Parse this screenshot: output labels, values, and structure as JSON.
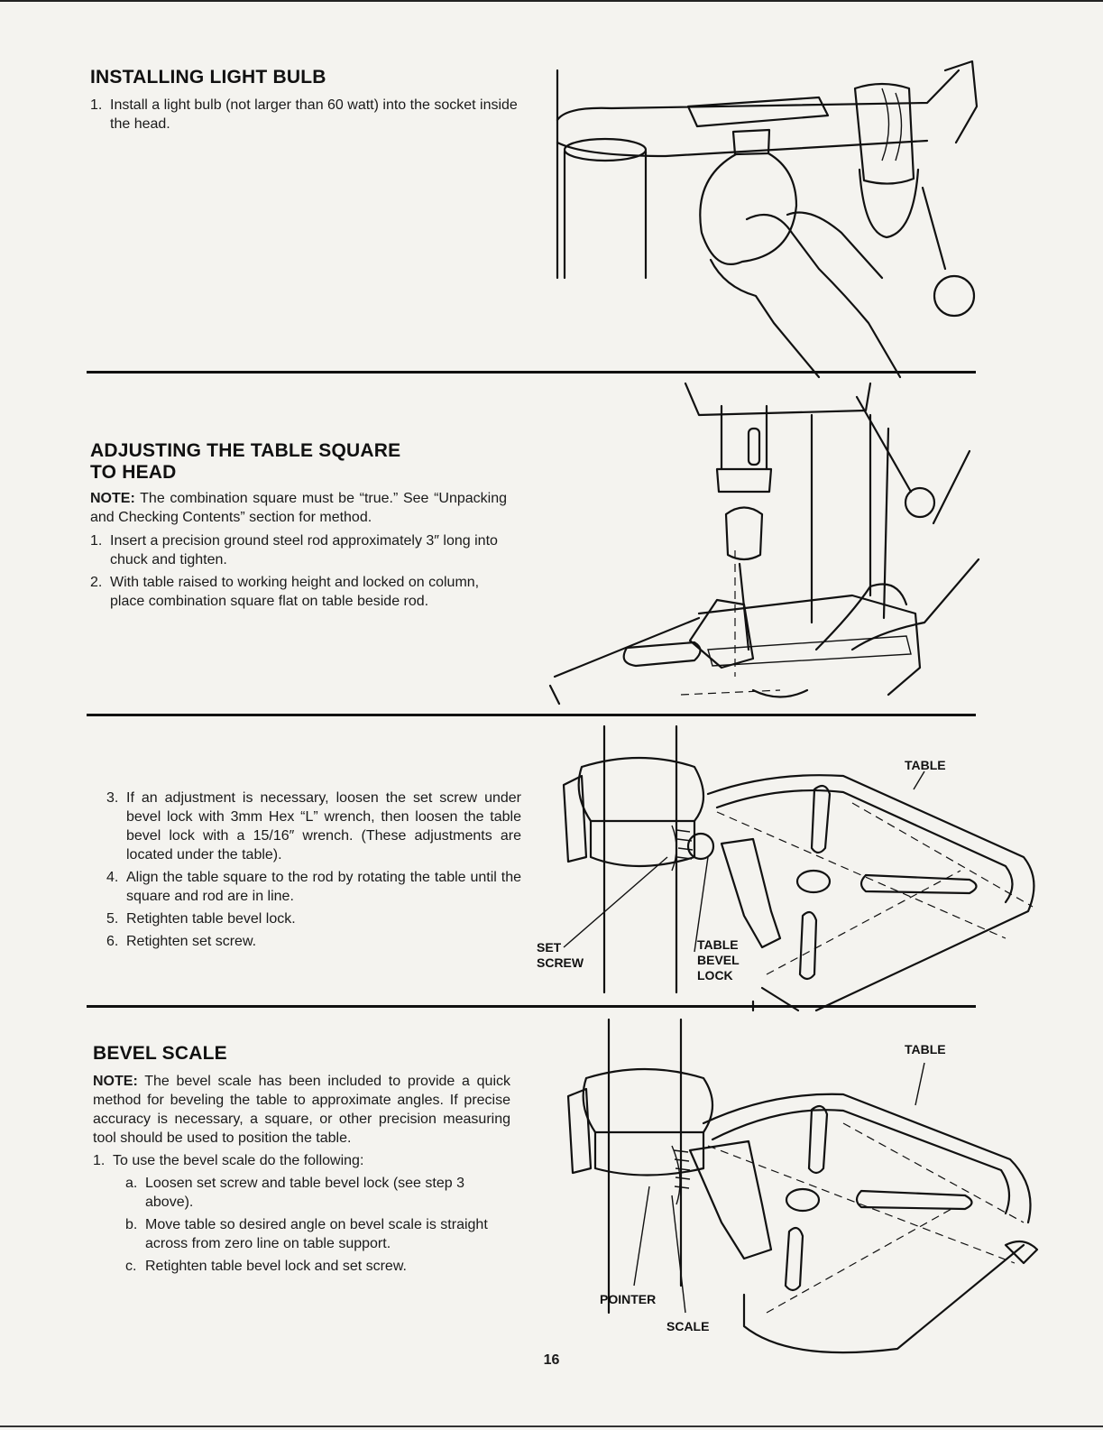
{
  "sections": {
    "light_bulb": {
      "title": "INSTALLING LIGHT BULB",
      "steps": [
        {
          "num": "1.",
          "text": "Install a light bulb (not larger than 60 watt) into the socket inside the head."
        }
      ]
    },
    "table_square": {
      "title_line1": "ADJUSTING THE TABLE SQUARE",
      "title_line2": "TO HEAD",
      "note_label": "NOTE:",
      "note_text": " The combination square must be “true.” See “Unpacking and Checking Contents” section for method.",
      "steps": [
        {
          "num": "1.",
          "text": "Insert a precision ground steel rod approximately 3″ long into chuck and tighten."
        },
        {
          "num": "2.",
          "text": "With table raised to working height and locked on column, place combination square flat on table beside rod."
        }
      ]
    },
    "adjustment": {
      "steps": [
        {
          "num": "3.",
          "text": "If an adjustment is necessary, loosen the set screw under bevel lock with 3mm Hex “L” wrench, then loosen the table bevel lock with a 15/16″ wrench. (These adjustments are located under the table)."
        },
        {
          "num": "4.",
          "text": "Align the table square to the rod by rotating the table until the square and rod are in line."
        },
        {
          "num": "5.",
          "text": "Retighten table bevel lock."
        },
        {
          "num": "6.",
          "text": "Retighten set screw."
        }
      ]
    },
    "bevel_scale": {
      "title": "BEVEL SCALE",
      "note_label": "NOTE:",
      "note_text": " The bevel scale has been included to provide a quick method for beveling the table to approximate angles. If precise accuracy is necessary, a square, or other precision measuring tool should be used to position the table.",
      "steps": [
        {
          "num": "1.",
          "text": "To use the bevel scale do the following:"
        }
      ],
      "substeps": [
        {
          "num": "a.",
          "text": "Loosen set screw and table bevel lock (see step 3 above)."
        },
        {
          "num": "b.",
          "text": "Move table so desired angle on bevel scale is straight across from zero line on table support."
        },
        {
          "num": "c.",
          "text": "Retighten table bevel lock and set screw."
        }
      ]
    }
  },
  "figure_labels": {
    "table": "TABLE",
    "set": "SET",
    "screw": "SCREW",
    "table_bevel_lock_1": "TABLE",
    "table_bevel_lock_2": "BEVEL",
    "table_bevel_lock_3": "LOCK",
    "table2": "TABLE",
    "pointer": "POINTER",
    "scale": "SCALE"
  },
  "page_number": "16"
}
